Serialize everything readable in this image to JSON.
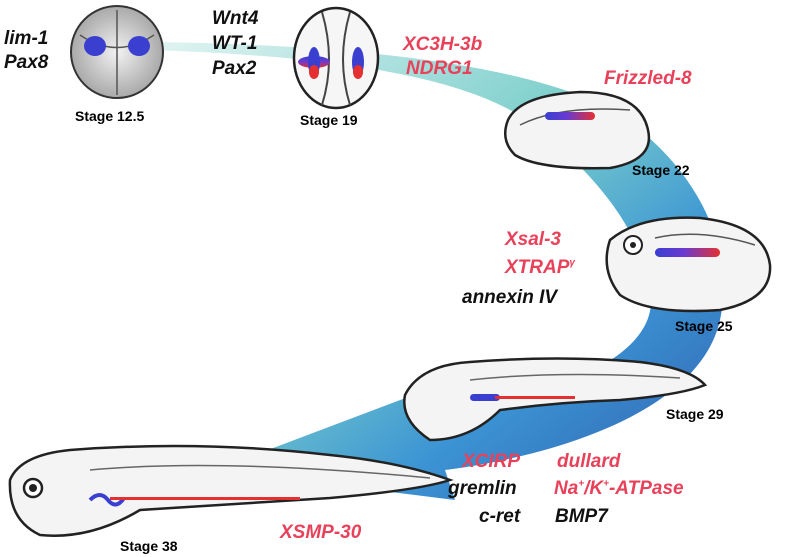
{
  "colors": {
    "red_text": "#e8415a",
    "black_text": "#111111",
    "arrow_teal": "#8fd4d0",
    "arrow_blue": "#2355a8",
    "kidney_blue": "#3a3fd0",
    "kidney_red": "#e43030"
  },
  "stages": {
    "s12_5": "Stage 12.5",
    "s19": "Stage 19",
    "s22": "Stage 22",
    "s25": "Stage 25",
    "s29": "Stage 29",
    "s38": "Stage 38"
  },
  "genes": {
    "lim1": "lim-1",
    "pax8": "Pax8",
    "wnt4": "Wnt4",
    "wt1": "WT-1",
    "pax2": "Pax2",
    "xc3h3b": "XC3H-3b",
    "ndrg1": "NDRG1",
    "frizzled8": "Frizzled-8",
    "xsal3": "Xsal-3",
    "xtrap": "XTRAP",
    "xtrap_sub": "γ",
    "annexin": "annexin IV",
    "xcirp": "XCIRP",
    "dullard": "dullard",
    "gremlin": "gremlin",
    "na": "Na",
    "na_sup": "+",
    "k": "/K",
    "k_sup": "+",
    "atpase": "-ATPase",
    "cret": "c-ret",
    "bmp7": "BMP7",
    "xsmp30": "XSMP-30"
  }
}
